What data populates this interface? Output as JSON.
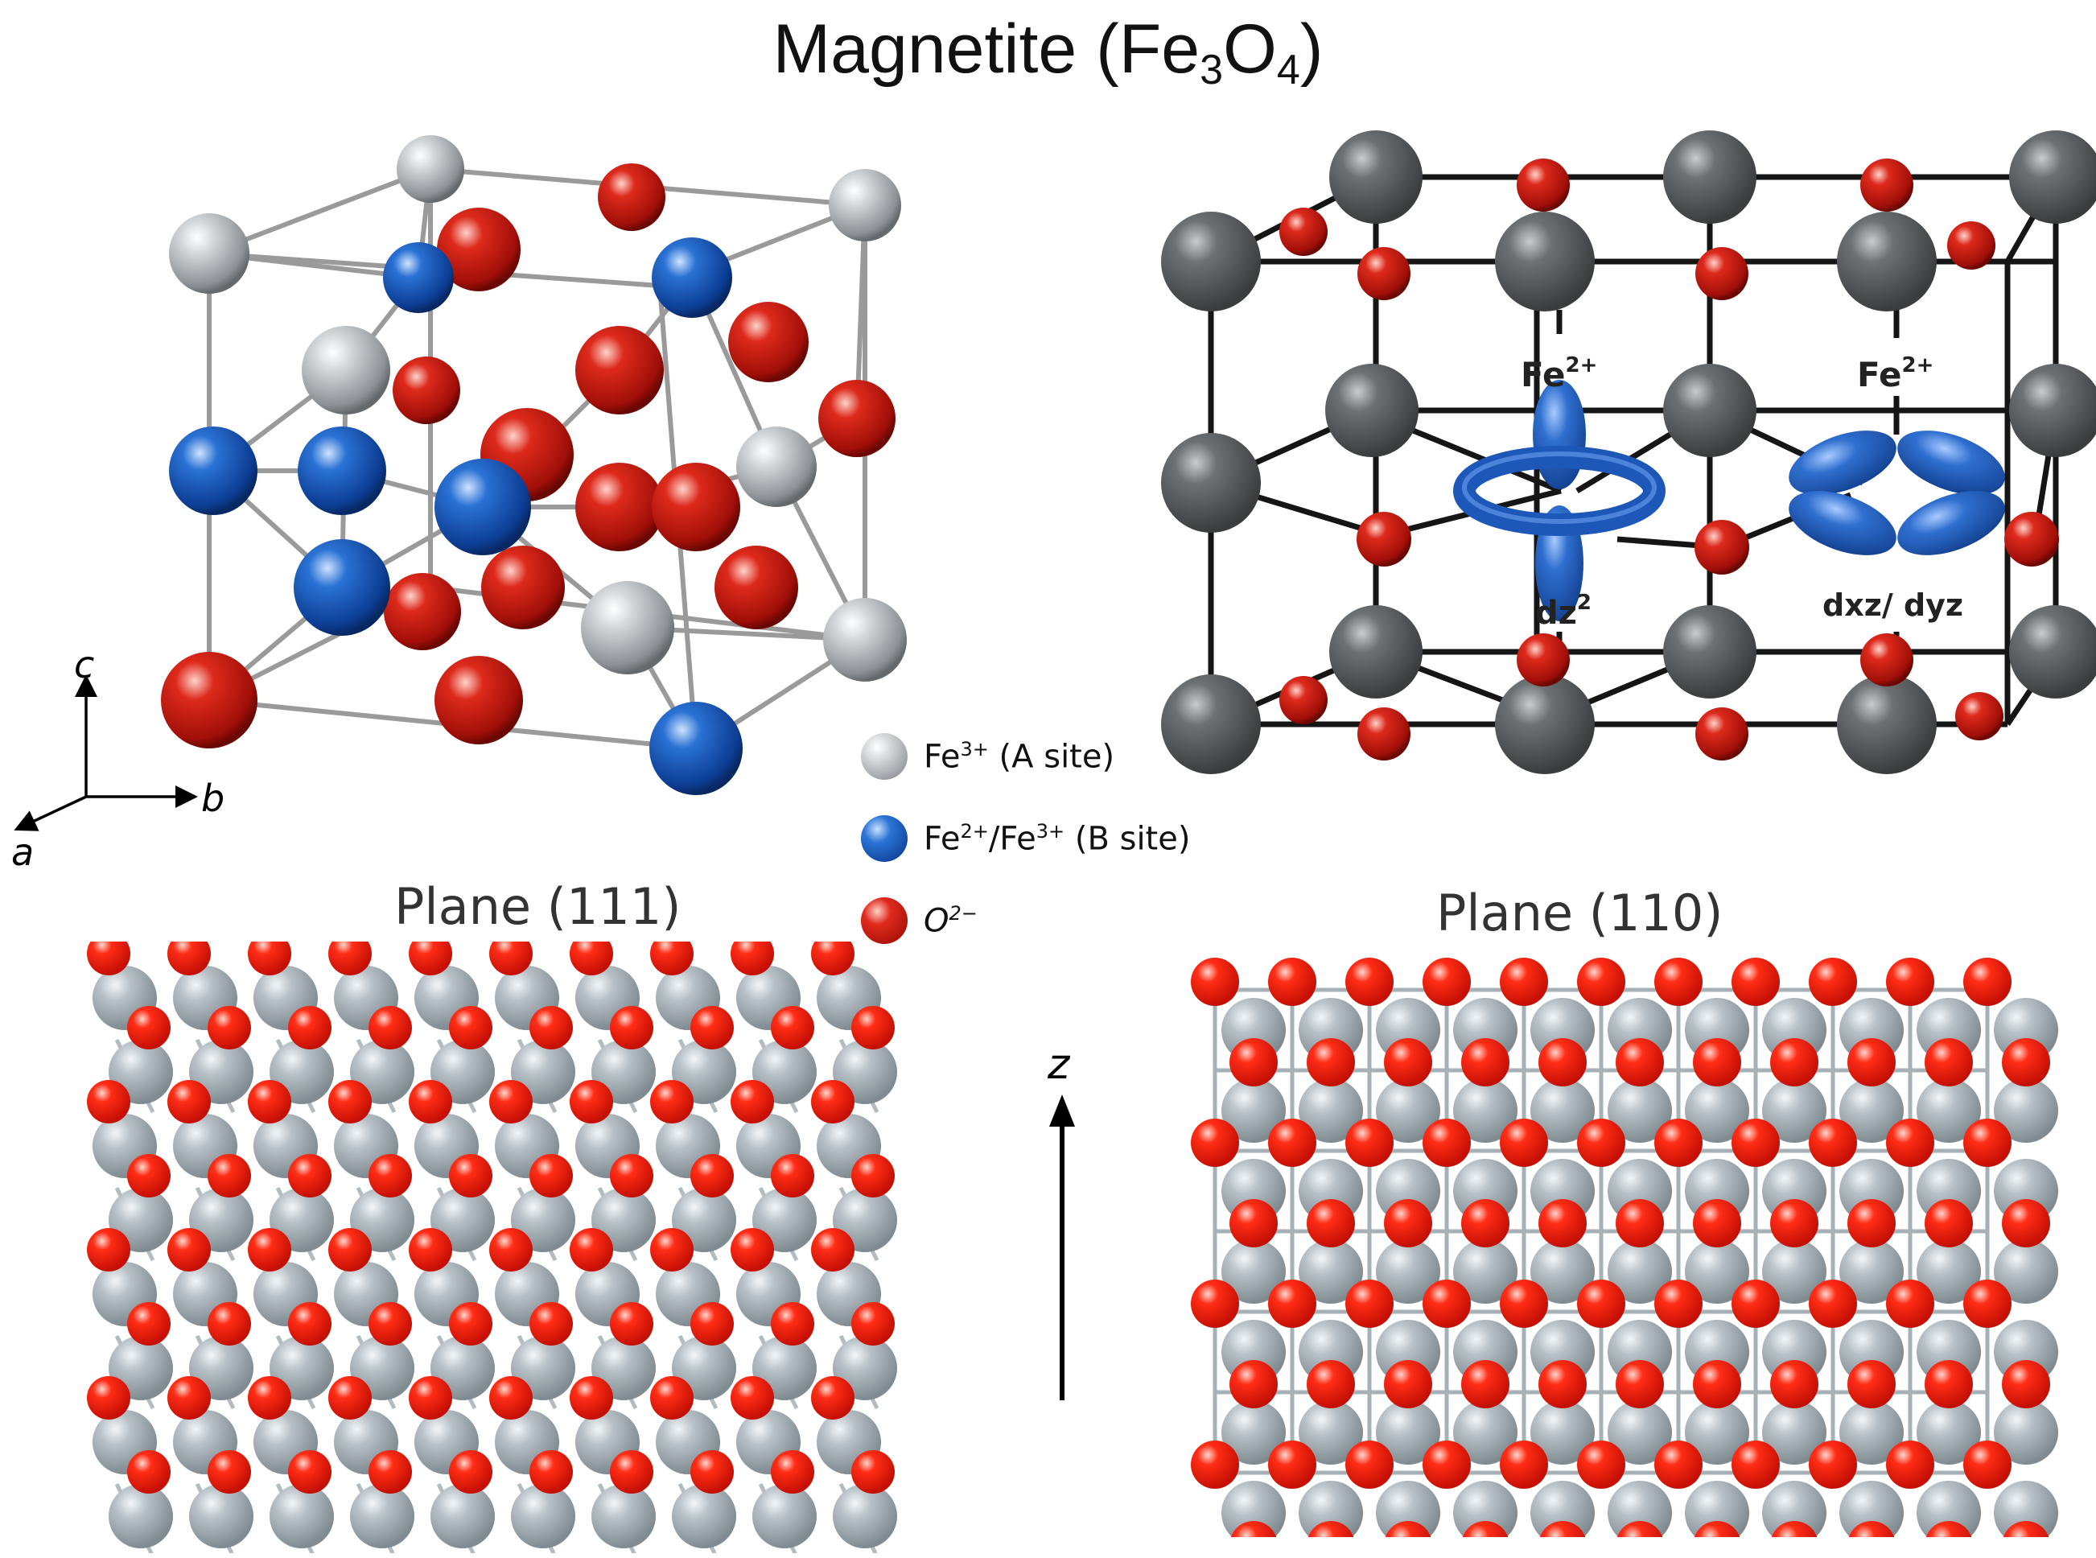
{
  "title": {
    "main": "Magnetite (Fe",
    "sub1": "3",
    "mid": "O",
    "sub2": "4",
    "end": ")"
  },
  "axes": {
    "c": "c",
    "b": "b",
    "a": "a",
    "z": "z"
  },
  "orbital": {
    "left_label": "Fe2+",
    "right_label": "Fe2+",
    "left_orbital": "dz2",
    "right_orbital": "dxz/ dyz"
  },
  "legend": [
    {
      "ion": "Fe",
      "charge": "3+",
      "site": " (A site)",
      "color": "gray"
    },
    {
      "ion": "Fe",
      "charge": "2+",
      "site": "/Fe",
      "charge2": "3+",
      "site2": " (B site)",
      "color": "blue"
    },
    {
      "ion": "O",
      "charge": "2−",
      "site": "",
      "color": "red"
    }
  ],
  "panels": {
    "plane111": "Plane (111)",
    "plane110": "Plane (110)"
  },
  "colors": {
    "fe_gray": "#9aa3aa",
    "fe_blue": "#1f5fc0",
    "oxygen_red": "#e31b12",
    "orbital_blue": "#2f6fcf",
    "dark_fe": "#5e6163"
  }
}
